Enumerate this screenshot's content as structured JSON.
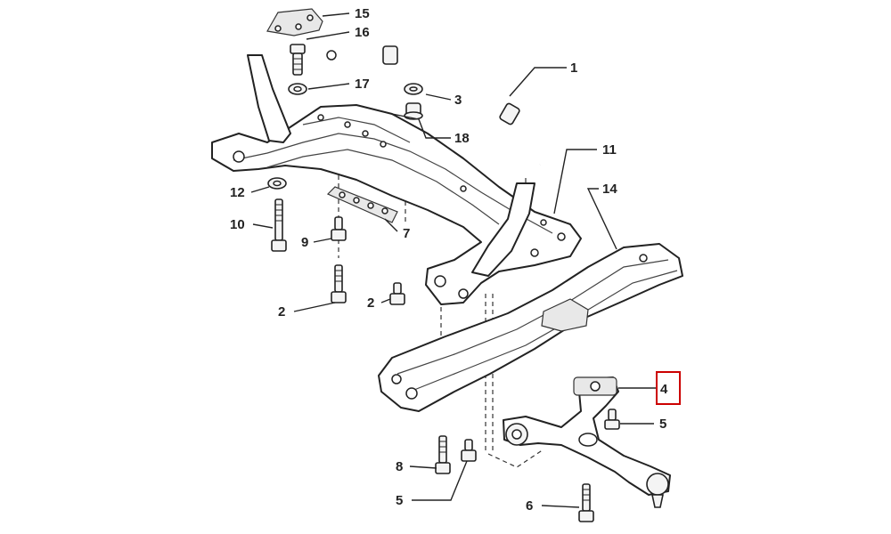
{
  "callouts": {
    "c1": "1",
    "c2a": "2",
    "c2b": "2",
    "c3": "3",
    "c4": "4",
    "c5a": "5",
    "c5b": "5",
    "c6": "6",
    "c7": "7",
    "c8": "8",
    "c9": "9",
    "c10": "10",
    "c11": "11",
    "c12": "12",
    "c14": "14",
    "c15": "15",
    "c16": "16",
    "c17": "17",
    "c18": "18"
  },
  "highlight_color": "#cc0000"
}
